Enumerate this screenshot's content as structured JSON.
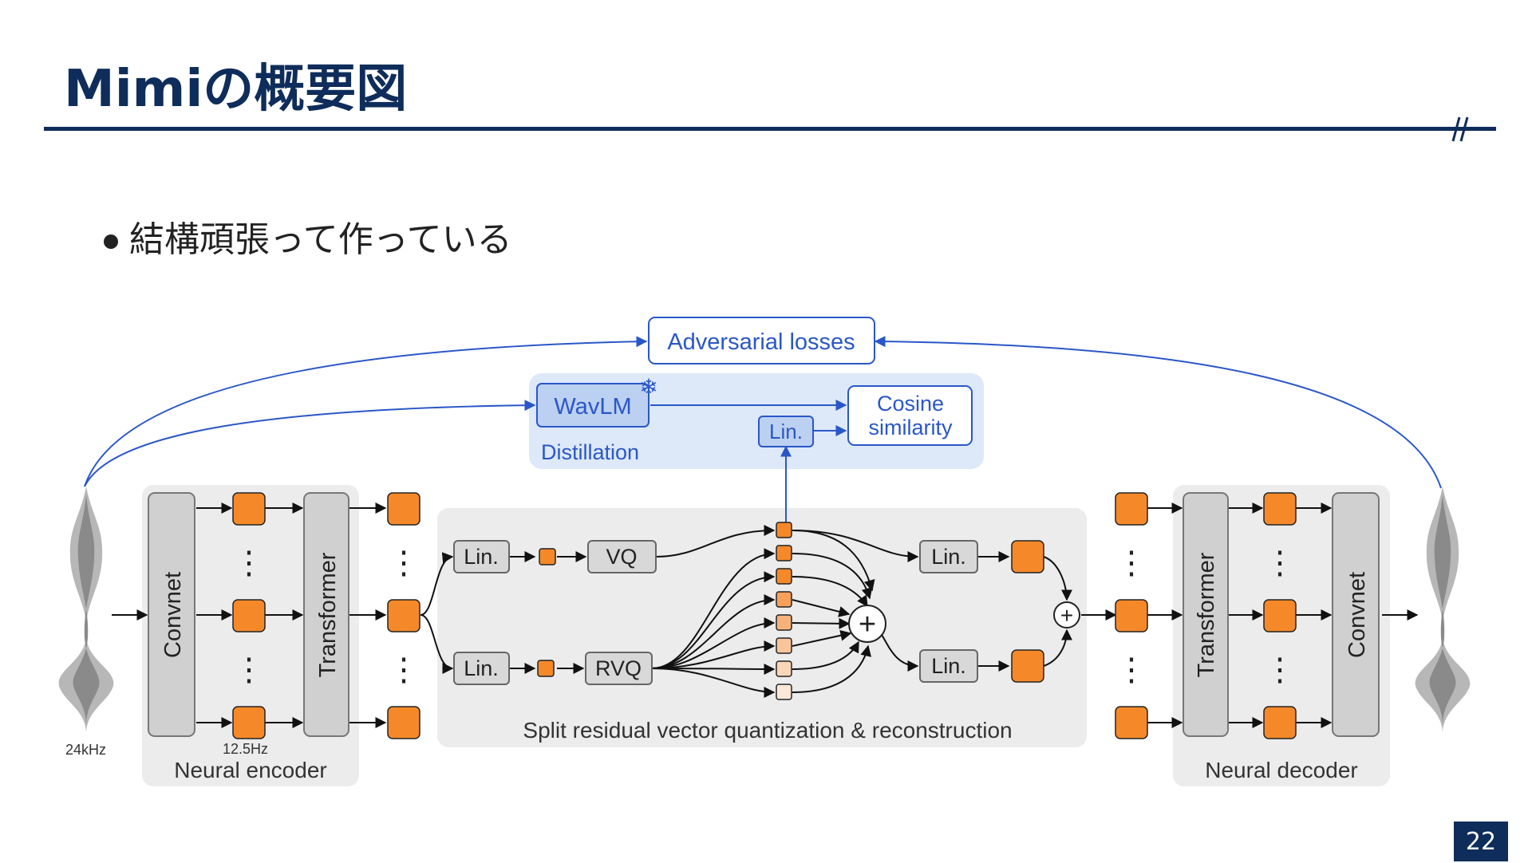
{
  "slide": {
    "title": "Mimiの概要図",
    "bullet": "結構頑張って作っている",
    "page_number": "22"
  },
  "diagram": {
    "adversarial": "Adversarial losses",
    "wavlm": "WavLM",
    "cosine_line1": "Cosine",
    "cosine_line2": "similarity",
    "distillation": "Distillation",
    "lin": "Lin.",
    "convnet": "Convnet",
    "transformer": "Transformer",
    "vq": "VQ",
    "rvq": "RVQ",
    "input_rate": "24kHz",
    "latent_rate": "12.5Hz",
    "encoder_label": "Neural encoder",
    "decoder_label": "Neural decoder",
    "quant_label": "Split residual vector quantization & reconstruction",
    "snowflake": "❄",
    "plus": "+",
    "dots": "⋮",
    "colors": {
      "orange": "#f5892a",
      "blue": "#2a57c8",
      "grey_block": "#d4d4d4",
      "panel": "#ececec",
      "distill_panel": "#dde8f8"
    }
  }
}
